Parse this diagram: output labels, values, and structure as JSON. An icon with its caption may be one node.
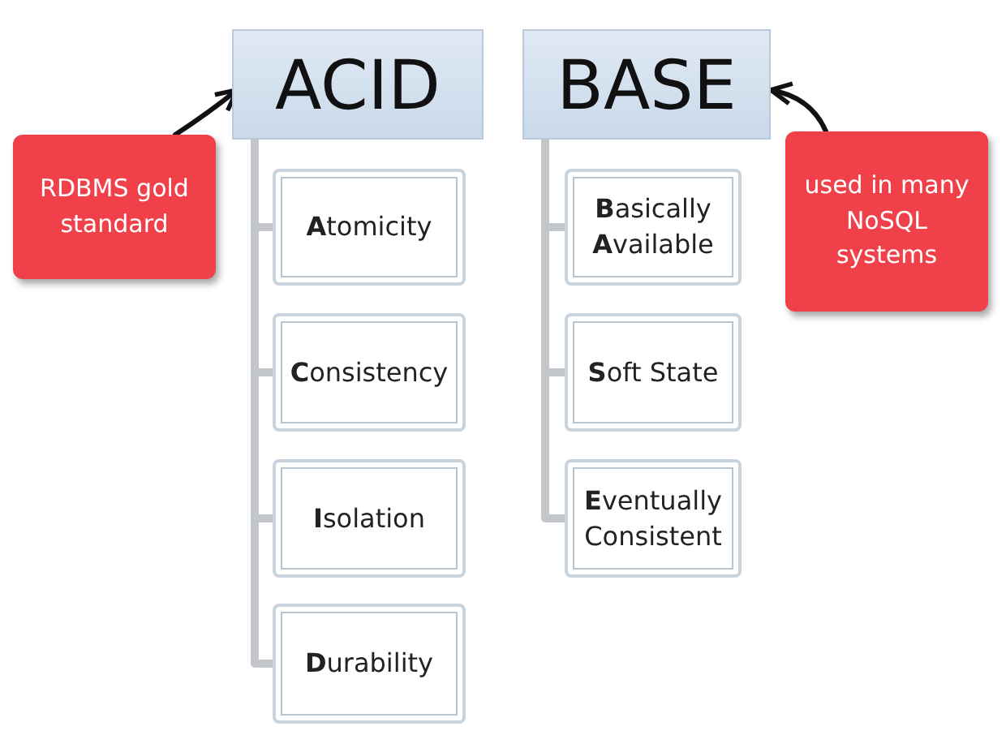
{
  "diagram": {
    "nodes": [
      {
        "text": [
          "ACID"
        ]
      },
      {
        "text": [
          "BASE"
        ]
      },
      {
        "text": [
          "**A**tomicity"
        ]
      },
      {
        "text": [
          "**C**onsistency"
        ]
      },
      {
        "text": [
          "**I**solation"
        ]
      },
      {
        "text": [
          "**D**urability"
        ]
      },
      {
        "text": [
          "**B**asically **A**vailable"
        ]
      },
      {
        "text": [
          "**S**oft State"
        ]
      },
      {
        "text": [
          "**E**ventually Consistent"
        ]
      },
      {
        "text": [
          "RDBMS gold standard"
        ]
      },
      {
        "text": [
          "used in many NoSQL systems"
        ]
      }
    ],
    "edges": [
      {
        "from": 0,
        "to": 2,
        "arrow": "none"
      },
      {
        "from": 0,
        "to": 3,
        "arrow": "none"
      },
      {
        "from": 0,
        "to": 4,
        "arrow": "none"
      },
      {
        "from": 0,
        "to": 5,
        "arrow": "none"
      },
      {
        "from": 1,
        "to": 6,
        "arrow": "none"
      },
      {
        "from": 1,
        "to": 7,
        "arrow": "none"
      },
      {
        "from": 1,
        "to": 8,
        "arrow": "none"
      },
      {
        "from": 9,
        "to": 0,
        "arrow": "to",
        "color": "#111111"
      },
      {
        "from": 10,
        "to": 1,
        "arrow": "to",
        "color": "#111111"
      }
    ]
  }
}
